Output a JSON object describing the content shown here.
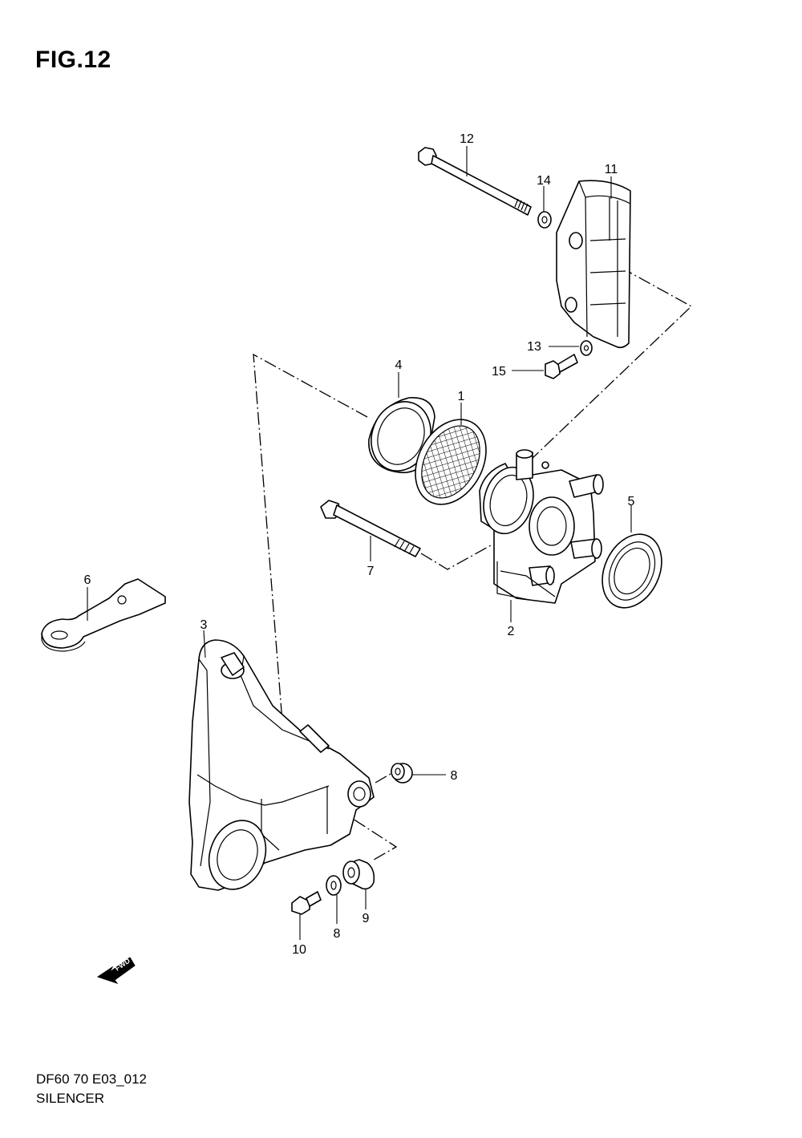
{
  "figure": {
    "title": "FIG.12",
    "code": "DF60 70 E03_012",
    "name": "SILENCER",
    "fwd_text": "FWD"
  },
  "callouts": [
    "1",
    "2",
    "3",
    "4",
    "5",
    "6",
    "7",
    "8",
    "8",
    "9",
    "10",
    "11",
    "12",
    "13",
    "14",
    "15"
  ]
}
